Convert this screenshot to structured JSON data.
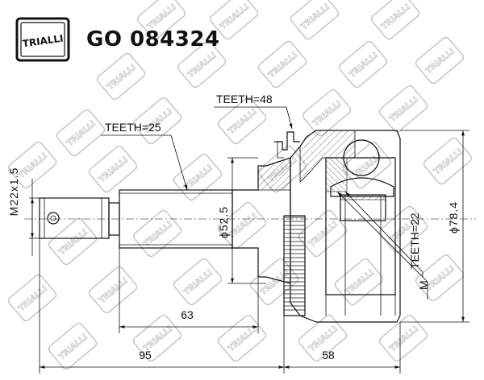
{
  "header": {
    "brand_logo_text": "TRIALLI",
    "part_number": "GO 084324"
  },
  "watermark": {
    "text": "TRIALLI"
  },
  "labels": {
    "teeth_outer": "TEETH=48",
    "teeth_shaft": "TEETH=25",
    "teeth_inner": "TEETH=22",
    "thread": "M22x1.5",
    "shaft_diameter": "ϕ52.5",
    "housing_diameter": "ϕ78.4",
    "m_label": "M",
    "len_63": "63",
    "len_95": "95",
    "len_58": "58"
  }
}
